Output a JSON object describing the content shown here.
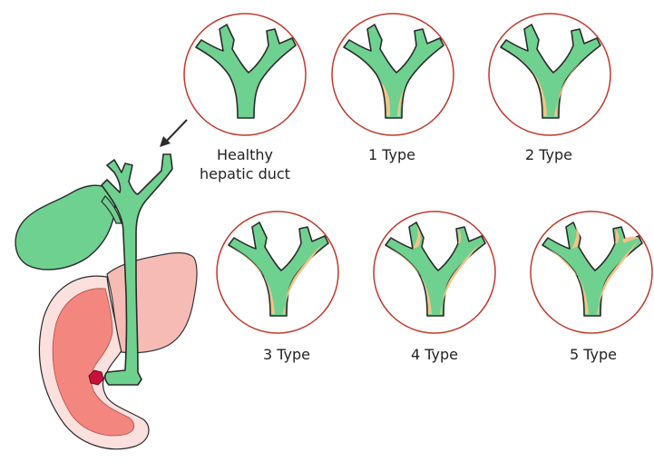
{
  "captions": {
    "healthy_line1": "Healthy",
    "healthy_line2": "hepatic duct",
    "type1": "1 Type",
    "type2": "2 Type",
    "type3": "3 Type",
    "type4": "4 Type",
    "type5": "5 Type"
  },
  "colors": {
    "duct_green": "#6fd18f",
    "stricture_tan": "#f2c38a",
    "circle_outline": "#c0392b",
    "gallbladder_green": "#6fd18f",
    "pancreas_pink": "#f7b8b3",
    "duodenum_red": "#f3877f",
    "duodenum_wall": "#fbe0dd",
    "stone_crimson": "#c8103c",
    "outline": "#2b2b2b"
  }
}
